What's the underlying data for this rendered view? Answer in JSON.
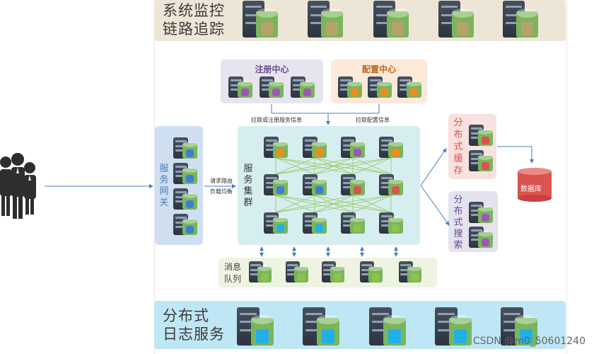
{
  "bands": {
    "monitor": {
      "line1": "系统监控",
      "line2": "链路追踪"
    },
    "log": {
      "line1": "分布式",
      "line2": "日志服务"
    }
  },
  "boxes": {
    "registry": "注册中心",
    "config": "配置中心",
    "gateway": [
      "服",
      "务",
      "网",
      "关"
    ],
    "cluster": [
      "服",
      "务",
      "集",
      "群"
    ],
    "cache": [
      "分",
      "布",
      "式",
      "缓",
      "存"
    ],
    "search": [
      "分",
      "布",
      "式",
      "搜",
      "索"
    ],
    "mq": {
      "line1": "消息",
      "line2": "队列"
    },
    "database": "数据库"
  },
  "edge_labels": {
    "pull_register": "拉取或注册服务信息",
    "pull_config": "拉取配置信息",
    "route_1": "请求路由",
    "route_2": "负载均衡"
  },
  "watermark": "CSDN @m0_50601240",
  "colors": {
    "monitor_band": "#ede6d6",
    "log_band": "#bfe6f5",
    "registry_bg": "#e6e4ee",
    "config_bg": "#fde9d9",
    "gateway_bg": "#cfdff2",
    "cluster_bg": "#d6eef0",
    "cache_bg": "#f8e1de",
    "search_bg": "#e5e3ee",
    "mq_bg": "#eef3e2",
    "db_red": "#d9534f",
    "arrow": "#4a7fb8"
  }
}
